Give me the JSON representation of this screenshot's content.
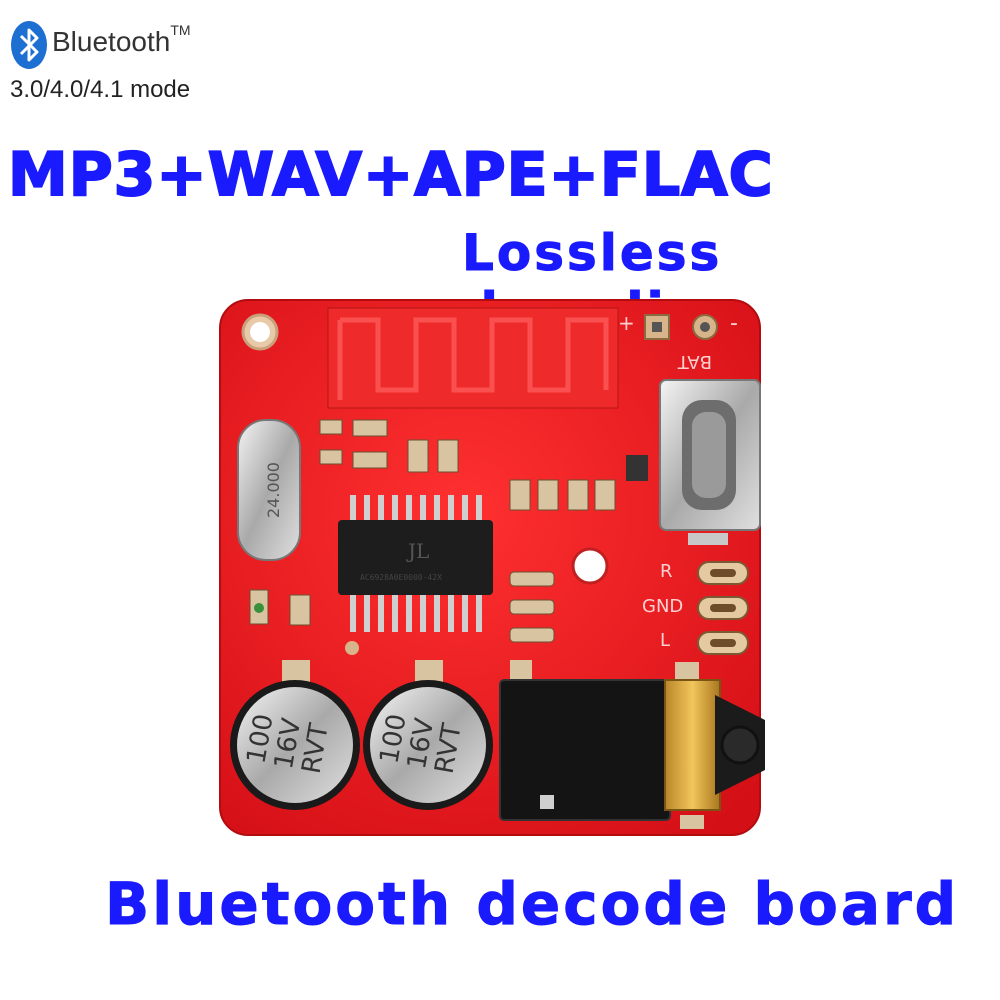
{
  "brand": {
    "logo_icon": "bluetooth-icon",
    "name": "Bluetooth",
    "tm": "TM",
    "mode": "3.0/4.0/4.1 mode"
  },
  "headline": "MP3+WAV+APE+FLAC",
  "subline": "Lossless decoding",
  "footer": "Bluetooth decode board",
  "board": {
    "crystal_label": "24.000",
    "chip_logo": "JL",
    "chip_marking": "AC6928A0E0000-42X",
    "silkscreen": {
      "plus": "+",
      "minus": "-",
      "bat": "BAT",
      "r": "R",
      "gnd": "GND",
      "l": "L"
    },
    "cap_left": [
      "100",
      "16V",
      "RVT"
    ],
    "cap_right": [
      "100",
      "16V",
      "RVT"
    ]
  },
  "colors": {
    "text_blue": "#1a1aff",
    "pcb_red": "#e8141e",
    "bt_blue": "#1d6fd1"
  }
}
